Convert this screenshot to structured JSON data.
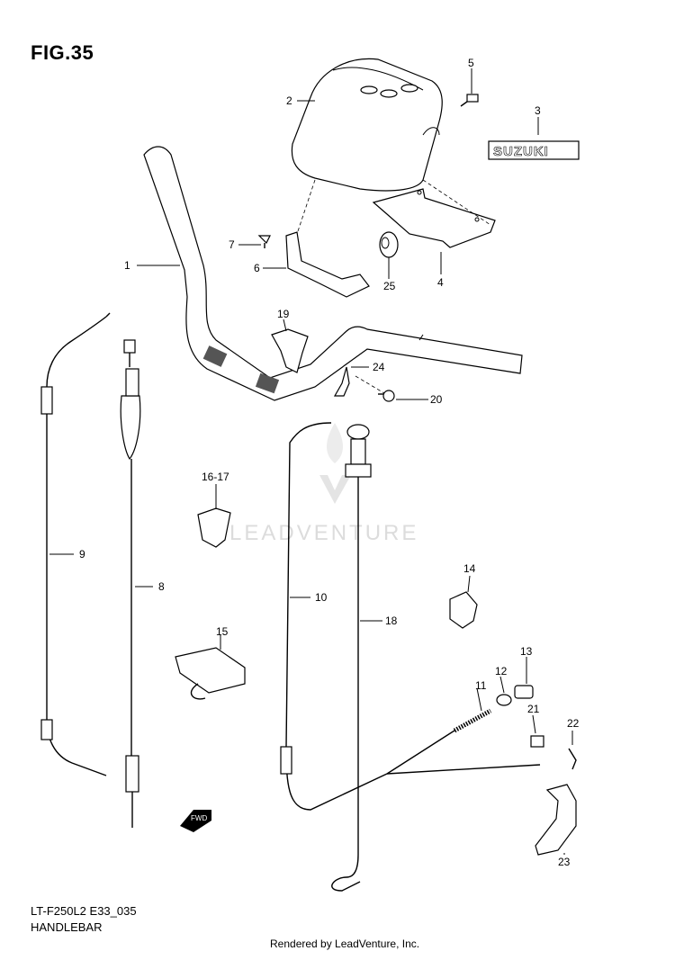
{
  "figure": {
    "title": "FIG.35",
    "model_code": "LT-F250L2 E33_035",
    "name": "HANDLEBAR",
    "rendered_by": "Rendered by LeadVenture, Inc."
  },
  "watermark": {
    "text": "LEADVENTURE"
  },
  "brand_emblem": {
    "text": "SUZUKI"
  },
  "fwd_arrow": {
    "text": "FWD"
  },
  "callouts": [
    {
      "id": "1",
      "label": "1"
    },
    {
      "id": "2",
      "label": "2"
    },
    {
      "id": "3",
      "label": "3"
    },
    {
      "id": "4",
      "label": "4"
    },
    {
      "id": "5",
      "label": "5"
    },
    {
      "id": "6",
      "label": "6"
    },
    {
      "id": "7",
      "label": "7"
    },
    {
      "id": "8",
      "label": "8"
    },
    {
      "id": "9",
      "label": "9"
    },
    {
      "id": "10",
      "label": "10"
    },
    {
      "id": "11",
      "label": "11"
    },
    {
      "id": "12",
      "label": "12"
    },
    {
      "id": "13",
      "label": "13"
    },
    {
      "id": "14",
      "label": "14"
    },
    {
      "id": "15",
      "label": "15"
    },
    {
      "id": "16-17",
      "label": "16-17"
    },
    {
      "id": "18",
      "label": "18"
    },
    {
      "id": "19",
      "label": "19"
    },
    {
      "id": "20",
      "label": "20"
    },
    {
      "id": "21",
      "label": "21"
    },
    {
      "id": "22",
      "label": "22"
    },
    {
      "id": "23",
      "label": "23"
    },
    {
      "id": "24",
      "label": "24"
    },
    {
      "id": "25",
      "label": "25"
    }
  ]
}
